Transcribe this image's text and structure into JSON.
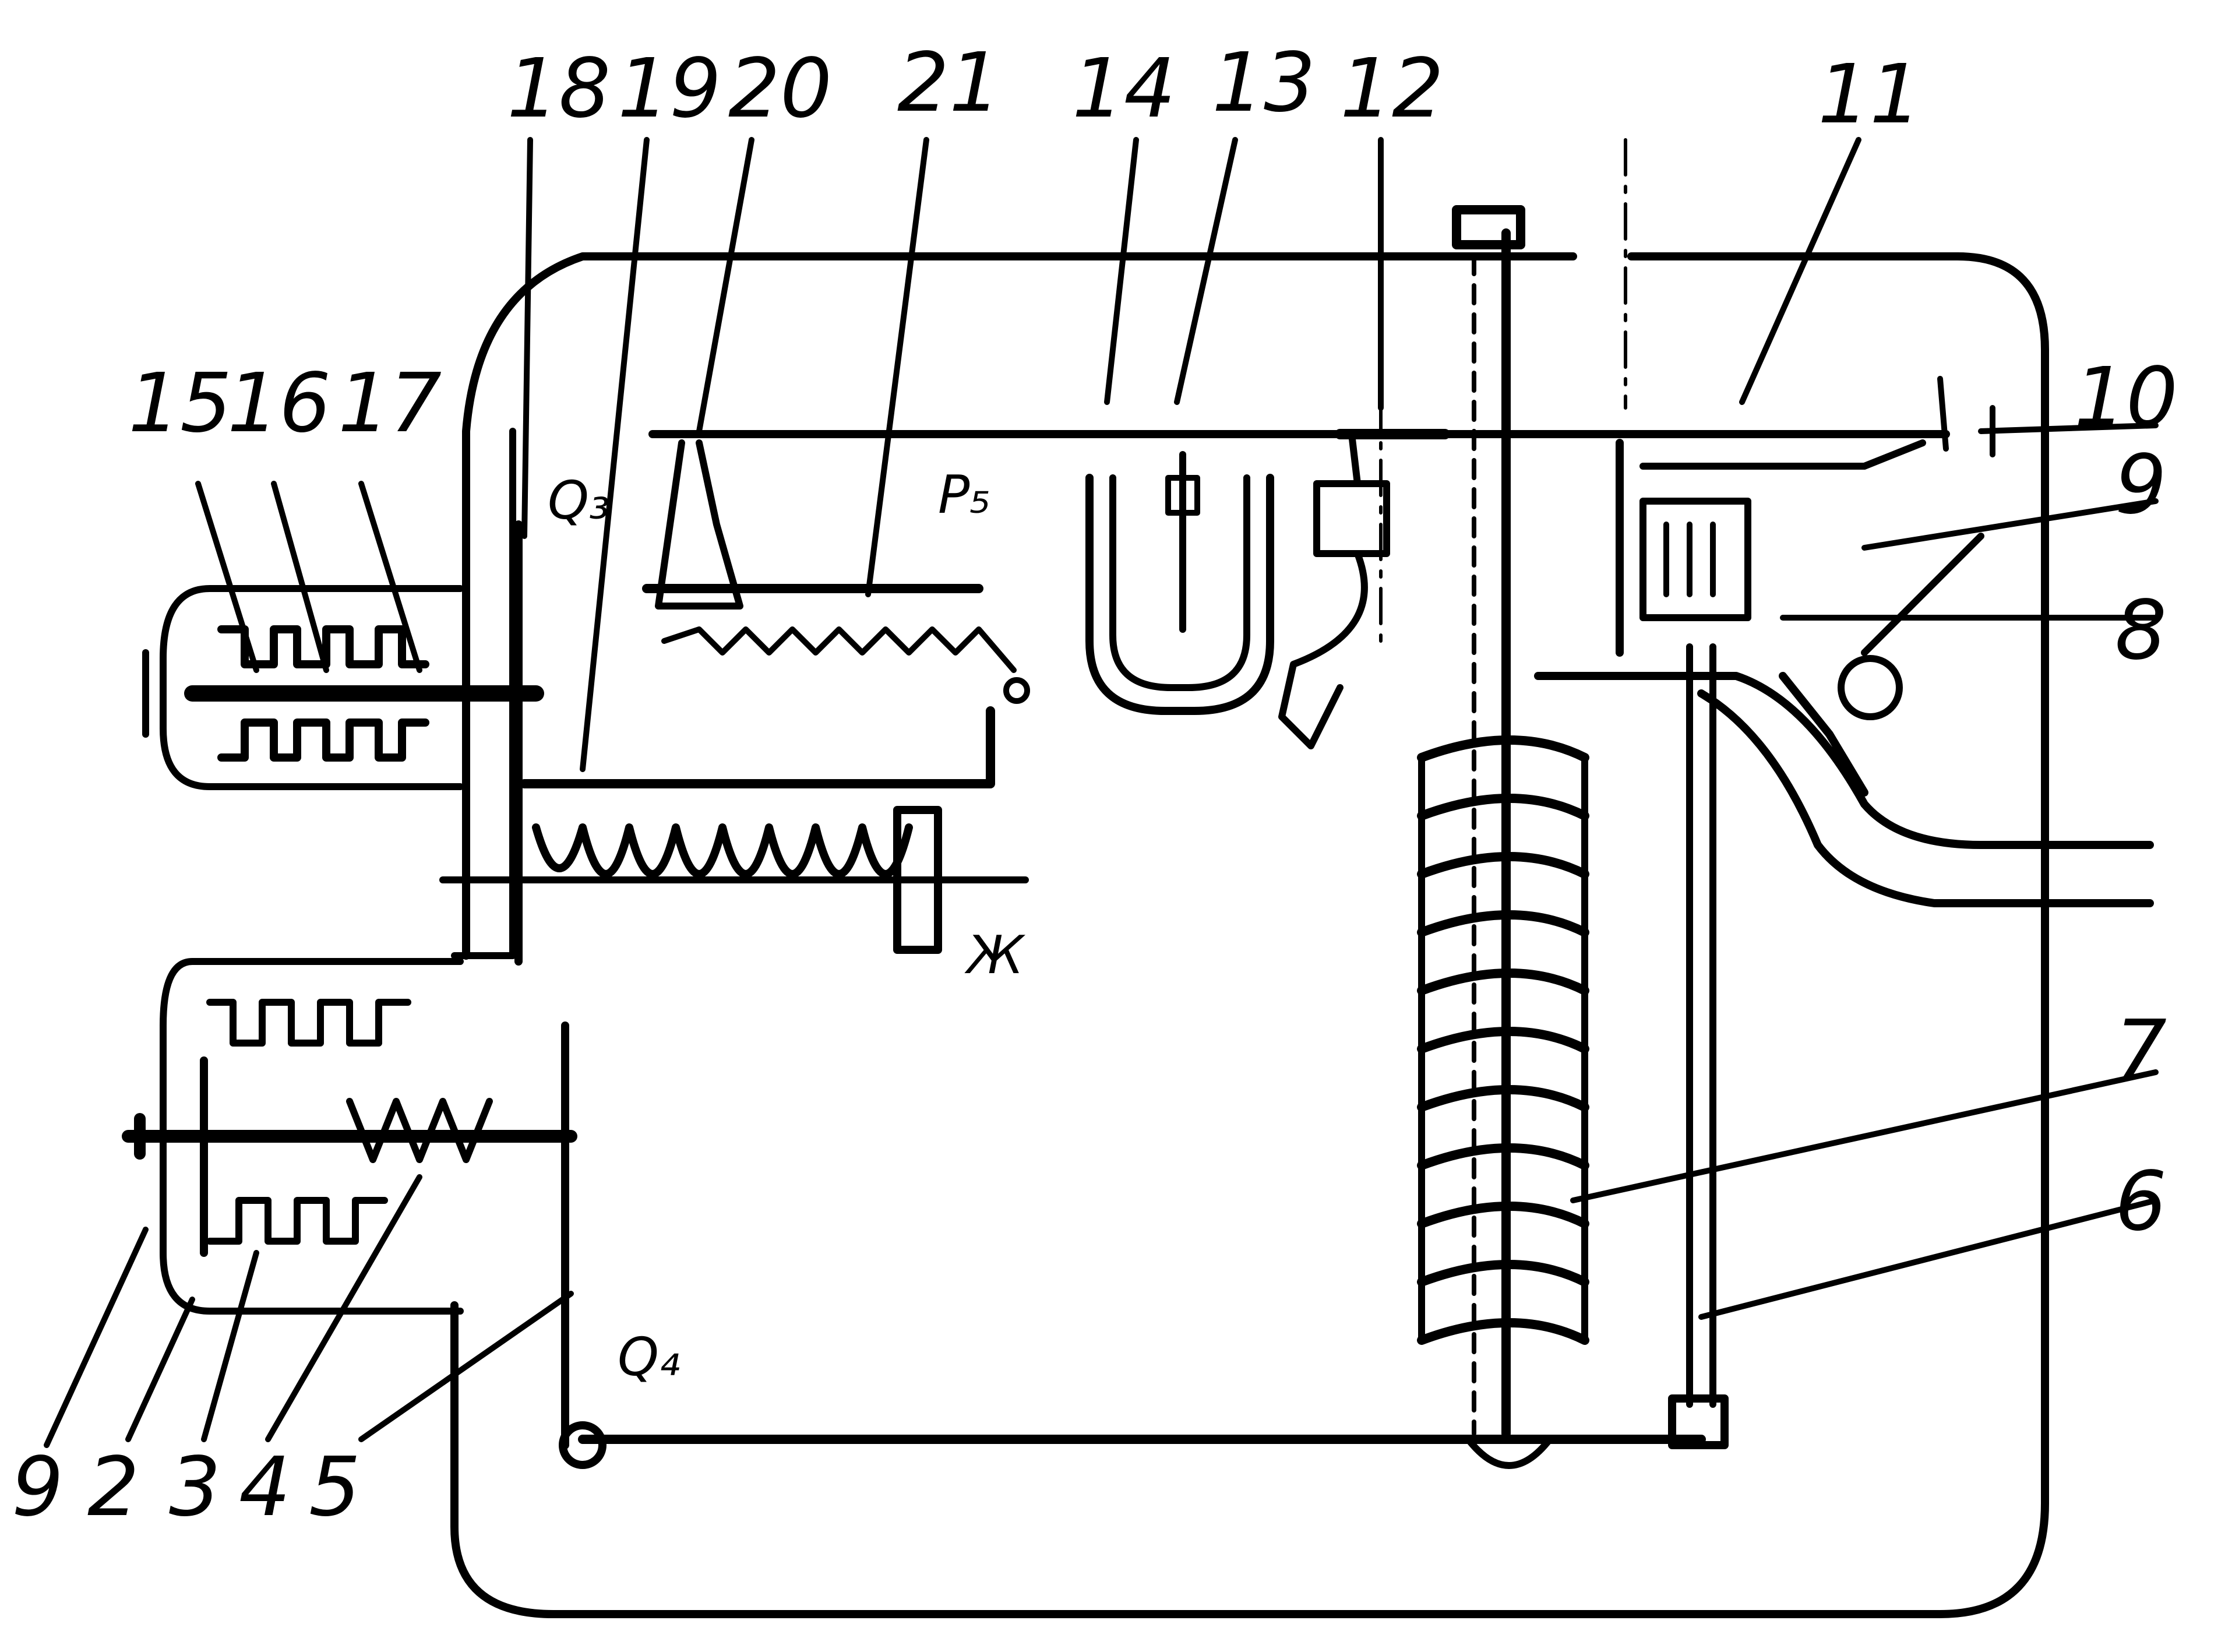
{
  "labels": {
    "l1": "9",
    "l2": "2",
    "l3": "3",
    "l4": "4",
    "l5": "5",
    "l6": "6",
    "l7": "7",
    "l8": "8",
    "l9": "9",
    "l10": "10",
    "l11": "11",
    "l12": "12",
    "l13": "13",
    "l14": "14",
    "l15": "15",
    "l16": "16",
    "l17": "17",
    "l18": "18",
    "l19": "19",
    "l20": "20",
    "l21": "21"
  },
  "symbols": {
    "q3": "Q₃",
    "q4": "Q₄",
    "p5": "P₅",
    "m": "Ж"
  },
  "colors": {
    "ink": "#000000",
    "paper": "#ffffff"
  }
}
